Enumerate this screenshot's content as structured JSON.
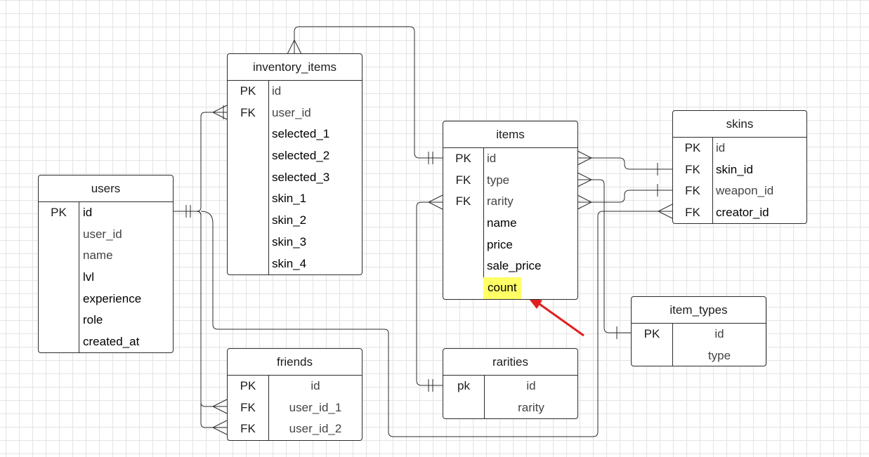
{
  "entities": {
    "inventory_items": {
      "title": "inventory_items",
      "rows": [
        {
          "key": "PK",
          "field": "id"
        },
        {
          "key": "FK",
          "field": "user_id"
        },
        {
          "key": "",
          "field": "selected_1"
        },
        {
          "key": "",
          "field": "selected_2"
        },
        {
          "key": "",
          "field": "selected_3"
        },
        {
          "key": "",
          "field": "skin_1"
        },
        {
          "key": "",
          "field": "skin_2"
        },
        {
          "key": "",
          "field": "skin_3"
        },
        {
          "key": "",
          "field": "skin_4"
        }
      ]
    },
    "users": {
      "title": "users",
      "rows": [
        {
          "key": "PK",
          "field": "id"
        },
        {
          "key": "",
          "field": "user_id"
        },
        {
          "key": "",
          "field": "name"
        },
        {
          "key": "",
          "field": "lvl"
        },
        {
          "key": "",
          "field": "experience"
        },
        {
          "key": "",
          "field": "role"
        },
        {
          "key": "",
          "field": "created_at"
        }
      ]
    },
    "items": {
      "title": "items",
      "rows": [
        {
          "key": "PK",
          "field": "id"
        },
        {
          "key": "FK",
          "field": "type"
        },
        {
          "key": "FK",
          "field": "rarity"
        },
        {
          "key": "",
          "field": "name"
        },
        {
          "key": "",
          "field": "price"
        },
        {
          "key": "",
          "field": "sale_price"
        },
        {
          "key": "",
          "field": "count"
        }
      ]
    },
    "skins": {
      "title": "skins",
      "rows": [
        {
          "key": "PK",
          "field": "id"
        },
        {
          "key": "FK",
          "field": "skin_id"
        },
        {
          "key": "FK",
          "field": "weapon_id"
        },
        {
          "key": "FK",
          "field": "creator_id"
        }
      ]
    },
    "item_types": {
      "title": "item_types",
      "rows": [
        {
          "key": "PK",
          "field": "id"
        },
        {
          "key": "",
          "field": "type"
        }
      ]
    },
    "friends": {
      "title": "friends",
      "rows": [
        {
          "key": "PK",
          "field": "id"
        },
        {
          "key": "FK",
          "field": "user_id_1"
        },
        {
          "key": "FK",
          "field": "user_id_2"
        }
      ]
    },
    "rarities": {
      "title": "rarities",
      "rows": [
        {
          "key": "pk",
          "field": "id"
        },
        {
          "key": "",
          "field": "rarity"
        }
      ]
    }
  },
  "highlight": {
    "entity": "items",
    "field": "count",
    "color": "#ffff66"
  },
  "annotation": {
    "type": "arrow",
    "color": "#e02020",
    "target": "items.count"
  },
  "colors": {
    "line": "#2b2b2b",
    "grid": "#e3e3e3",
    "background": "#ffffff"
  }
}
